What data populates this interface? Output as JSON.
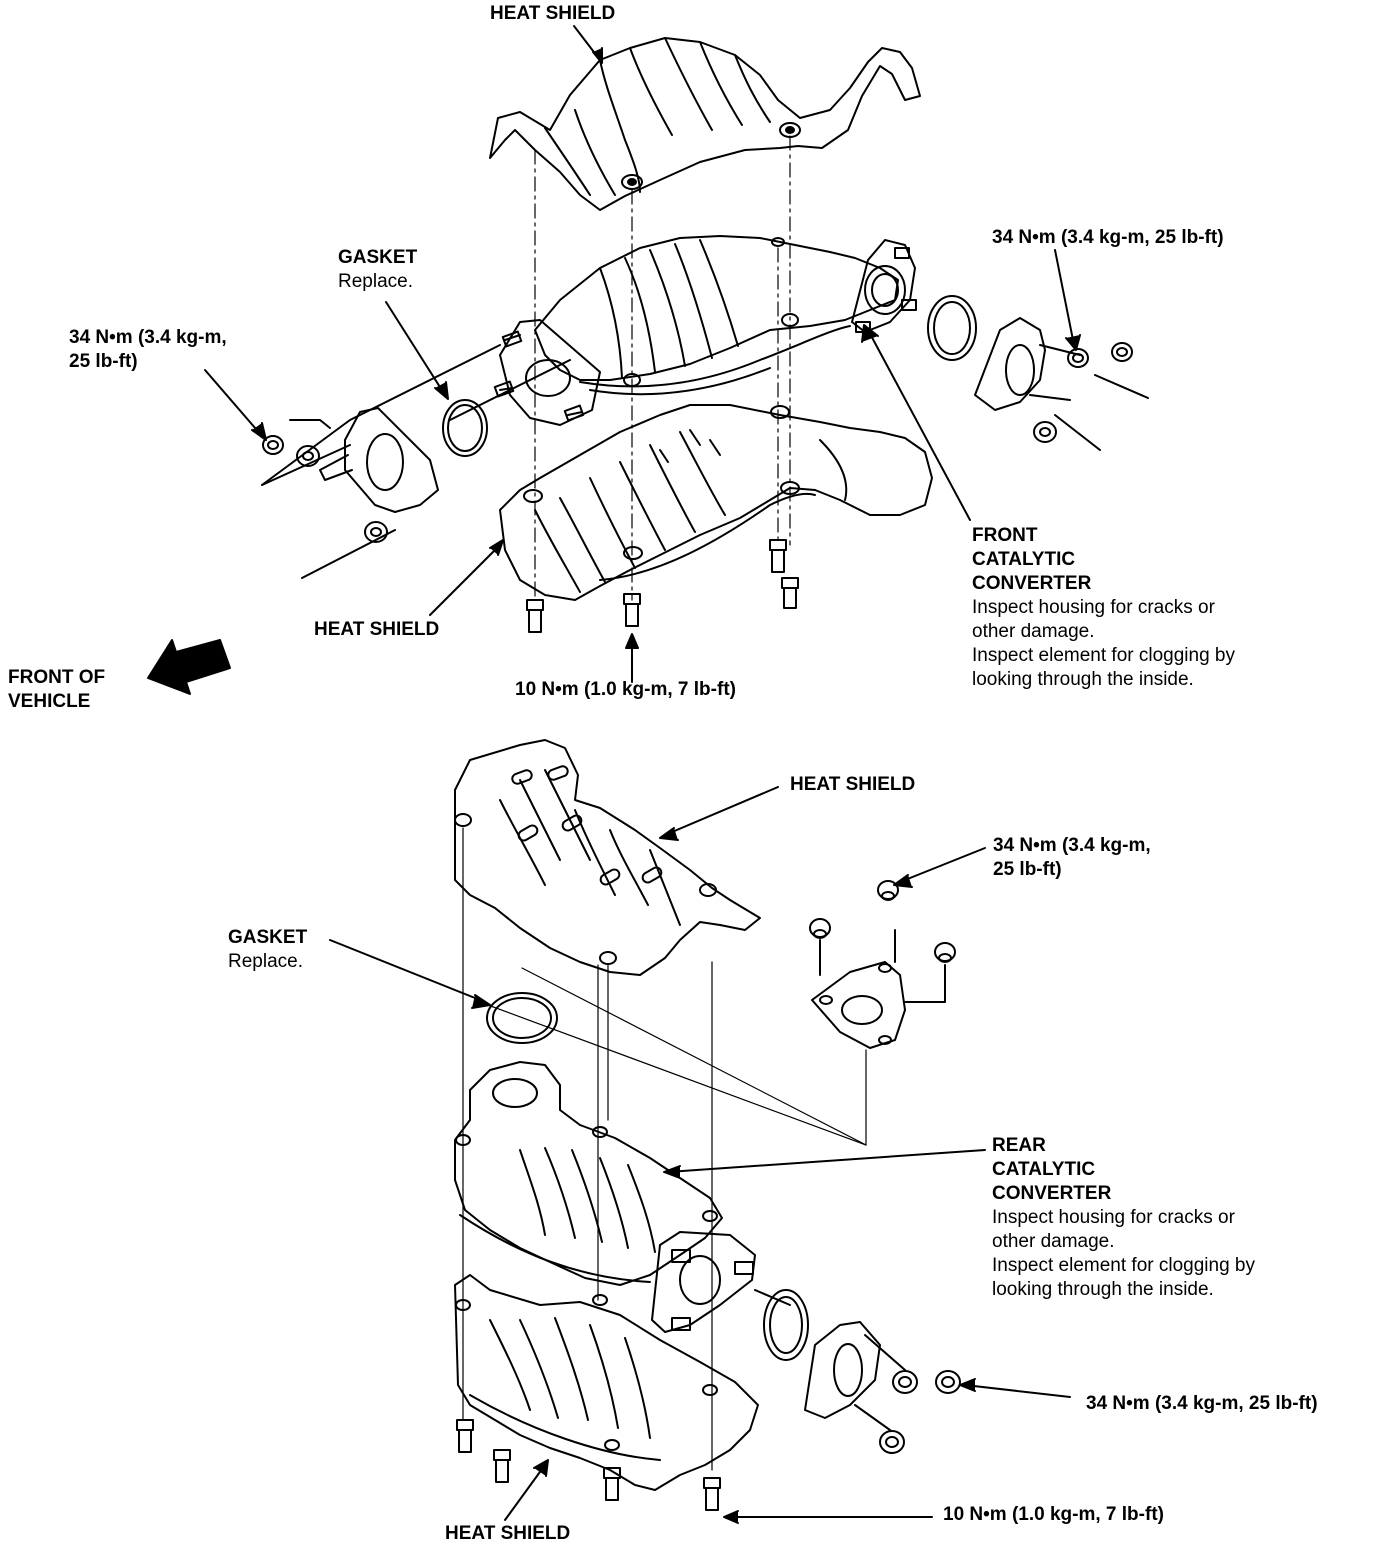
{
  "labels": {
    "top_heat_shield": "HEAT SHIELD",
    "gasket_top": "GASKET",
    "gasket_top_note": "Replace.",
    "torque_top_left_1": "34 N•m (3.4 kg-m,",
    "torque_top_left_2": "25 lb-ft)",
    "torque_top_right": "34 N•m (3.4 kg-m, 25 lb-ft)",
    "front_cat_1": "FRONT",
    "front_cat_2": "CATALYTIC",
    "front_cat_3": "CONVERTER",
    "front_cat_note_1": "Inspect housing for cracks or",
    "front_cat_note_2": "other damage.",
    "front_cat_note_3": "Inspect element for clogging by",
    "front_cat_note_4": "looking through the inside.",
    "lower_heat_shield_top": "HEAT SHIELD",
    "front_of_vehicle_1": "FRONT OF",
    "front_of_vehicle_2": "VEHICLE",
    "torque_bolts_top": "10 N•m (1.0 kg-m, 7 lb-ft)",
    "bottom_upper_heat_shield": "HEAT SHIELD",
    "torque_bottom_nuts_1": "34 N•m (3.4 kg-m,",
    "torque_bottom_nuts_2": "25 lb-ft)",
    "gasket_bottom": "GASKET",
    "gasket_bottom_note": "Replace.",
    "rear_cat_1": "REAR",
    "rear_cat_2": "CATALYTIC",
    "rear_cat_3": "CONVERTER",
    "rear_cat_note_1": "Inspect housing for cracks or",
    "rear_cat_note_2": "other damage.",
    "rear_cat_note_3": "Inspect element for clogging by",
    "rear_cat_note_4": "looking through the inside.",
    "torque_bottom_right": "34 N•m (3.4 kg-m, 25 lb-ft)",
    "torque_bolts_bottom": "10 N•m (1.0 kg-m, 7 lb-ft)",
    "bottom_lower_heat_shield": "HEAT SHIELD"
  },
  "colors": {
    "ink": "#000000",
    "paper": "#ffffff"
  }
}
